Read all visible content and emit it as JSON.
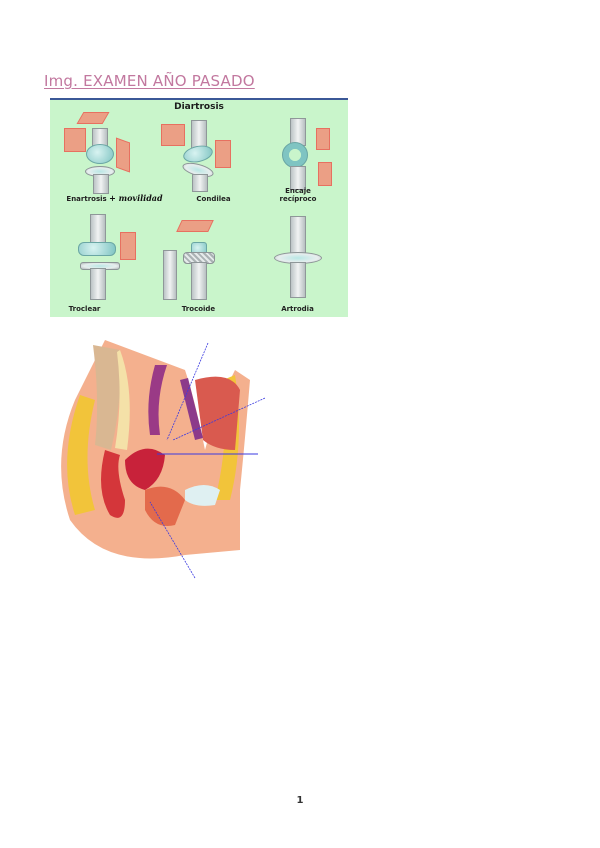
{
  "heading": "Img. EXAMEN AÑO PASADO",
  "diagram": {
    "title": "Diartrosis",
    "cells": [
      {
        "label": "Enartrosis",
        "annotation": "+ movilidad"
      },
      {
        "label": "Condilea"
      },
      {
        "label": "Encaje recíproco"
      },
      {
        "label": "Troclear"
      },
      {
        "label": "Trocoide"
      },
      {
        "label": "Artrodia"
      }
    ],
    "colors": {
      "background": "#c9f5cb",
      "top_border": "#3b5897",
      "planes": "#f5826e",
      "joints": "#7fc4c2"
    }
  },
  "anatomy_figure": {
    "description": "Sagittal section of female pelvis with blue pointer arrows",
    "arrow_color": "#3a3ae0",
    "arrow_count": 4
  },
  "page_number": "1"
}
